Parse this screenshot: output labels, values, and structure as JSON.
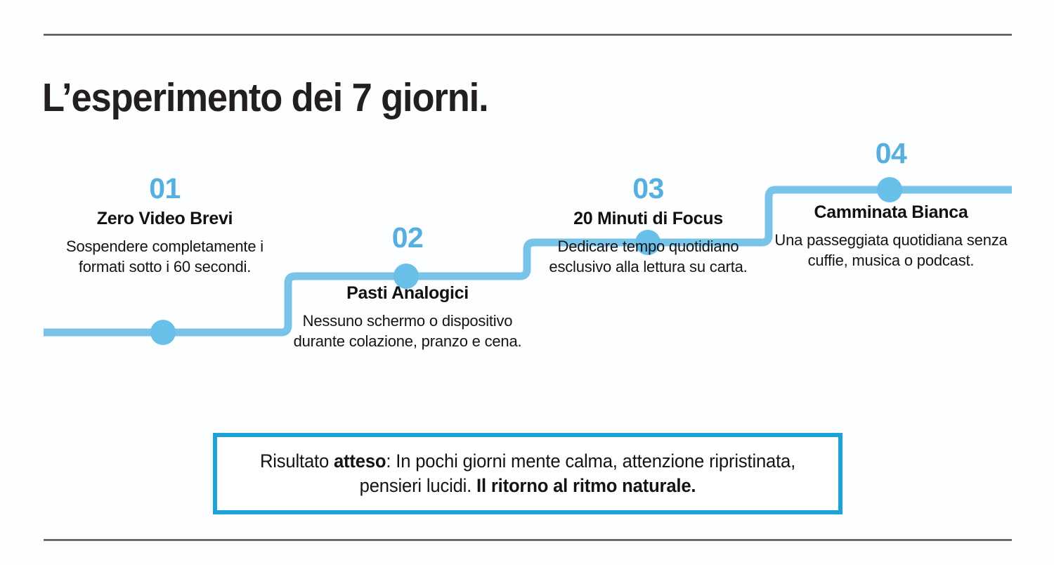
{
  "page": {
    "title": "L’esperimento dei 7 giorni.",
    "background_color": "#fdfeff",
    "rule_color": "#4a4a4a"
  },
  "theme": {
    "line_color": "#78c4e8",
    "dot_color": "#68bfe8",
    "number_color": "#56afdf",
    "box_border_color": "#1ea2da",
    "text_color": "#141414"
  },
  "timeline": {
    "steps": [
      {
        "number": "01",
        "title": "Zero Video Brevi",
        "description": "Sospendere completamente i formati sotto i 60 secondi."
      },
      {
        "number": "02",
        "title": "Pasti Analogici",
        "description": "Nessuno schermo o dispositivo durante colazione, pranzo e cena."
      },
      {
        "number": "03",
        "title": "20 Minuti di Focus",
        "description": "Dedicare tempo quotidiano esclusivo alla lettura su carta."
      },
      {
        "number": "04",
        "title": "Camminata Bianca",
        "description": "Una passeggiata quotidiana senza cuffie, musica o podcast."
      }
    ]
  },
  "result": {
    "lead_normal": "Risultato ",
    "lead_bold": "atteso",
    "body": ": In pochi giorni mente calma, attenzione ripristinata, pensieri lucidi. ",
    "emphasis": "Il ritorno al ritmo naturale."
  }
}
